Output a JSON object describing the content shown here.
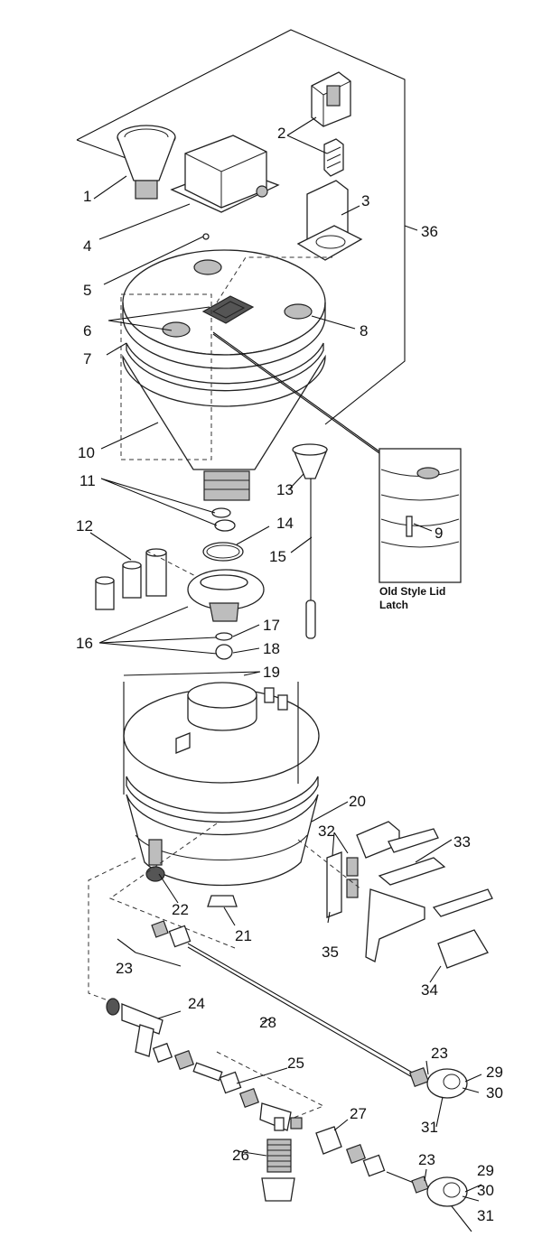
{
  "callouts": [
    "1",
    "2",
    "3",
    "4",
    "5",
    "6",
    "7",
    "8",
    "9",
    "10",
    "11",
    "12",
    "13",
    "14",
    "15",
    "16",
    "17",
    "18",
    "19",
    "20",
    "21",
    "22",
    "23",
    "24",
    "25",
    "26",
    "27",
    "28",
    "29",
    "30",
    "31",
    "32",
    "33",
    "34",
    "35",
    "36"
  ],
  "repeat_callouts": {
    "23": [
      "23",
      "23",
      "23"
    ],
    "29": [
      "29",
      "29"
    ],
    "30": [
      "30",
      "30"
    ],
    "31": [
      "31",
      "31"
    ]
  },
  "inset_caption": [
    "Old Style Lid",
    "Latch"
  ]
}
